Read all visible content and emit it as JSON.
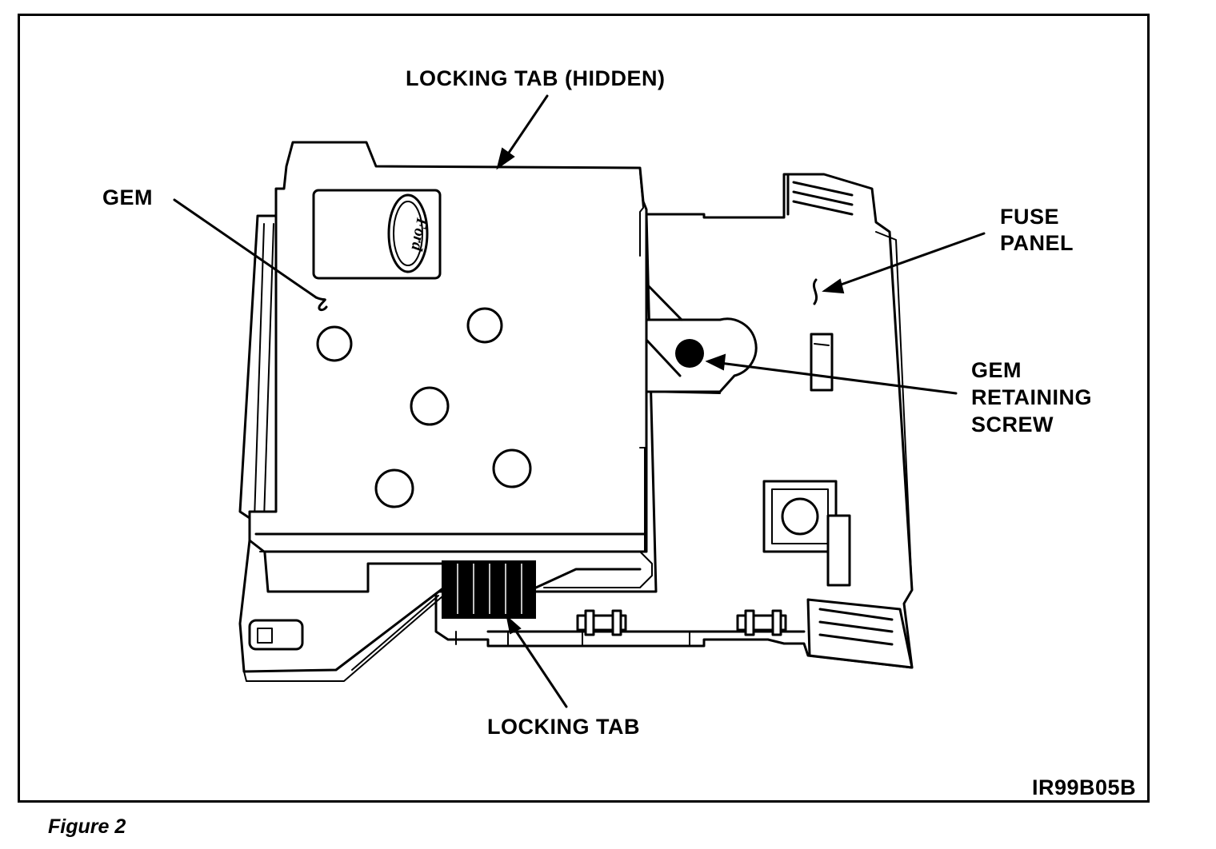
{
  "figure": {
    "caption": "Figure 2",
    "reference_code": "IR99B05B"
  },
  "labels": {
    "locking_tab_hidden": "LOCKING TAB (HIDDEN)",
    "gem": "GEM",
    "fuse_panel_line1": "FUSE",
    "fuse_panel_line2": "PANEL",
    "gem_retaining_screw_line1": "GEM",
    "gem_retaining_screw_line2": "RETAINING",
    "gem_retaining_screw_line3": "SCREW",
    "locking_tab": "LOCKING TAB",
    "logo_text": "Ford"
  },
  "colors": {
    "ink": "#000000",
    "paper": "#ffffff"
  }
}
